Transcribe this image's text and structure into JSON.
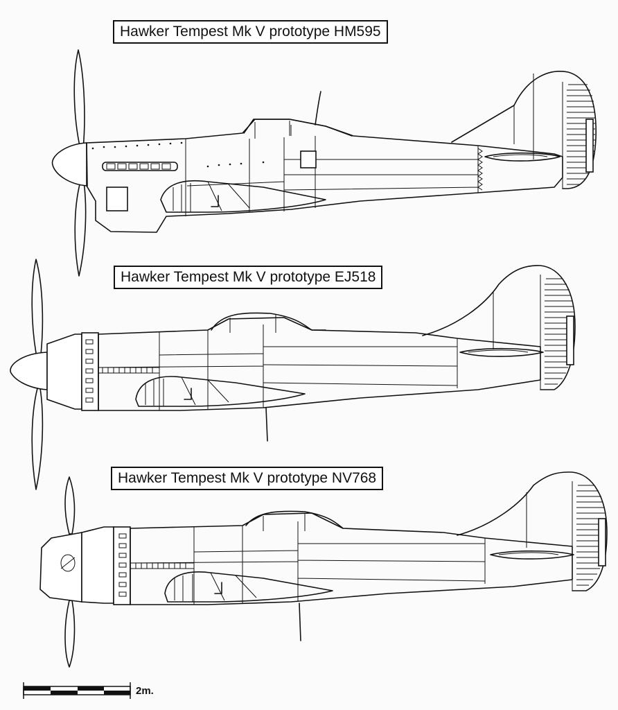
{
  "captions": [
    "Hawker Tempest Mk V prototype HM595",
    "Hawker Tempest Mk V prototype EJ518",
    "Hawker Tempest Mk V prototype NV768"
  ],
  "scale_bar": {
    "label": "2m."
  }
}
